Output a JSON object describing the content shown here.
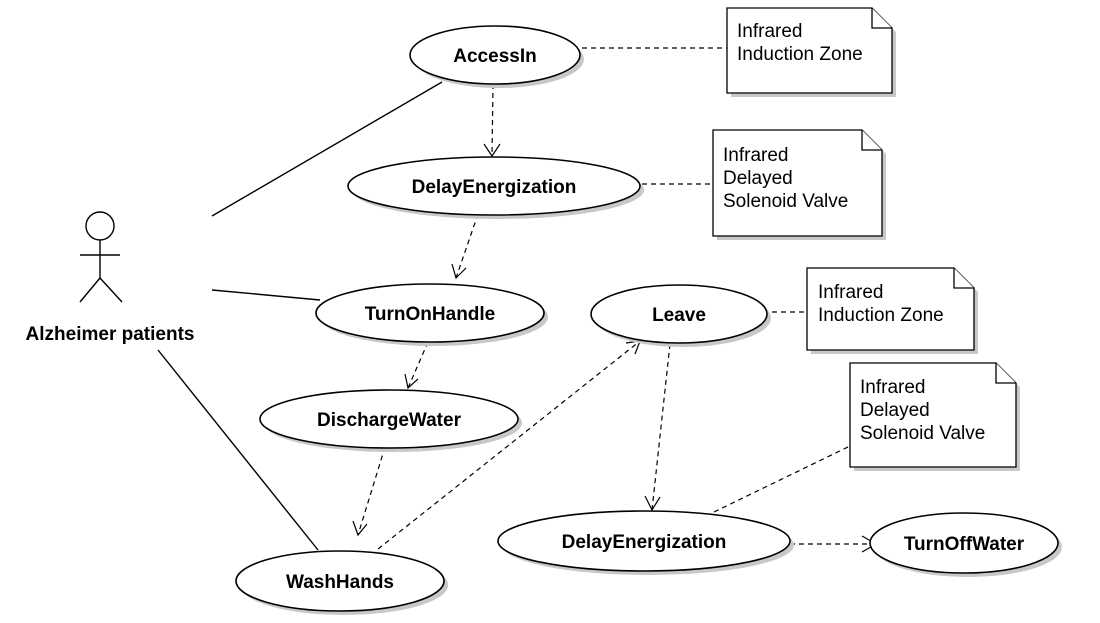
{
  "actor": {
    "label": "Alzheimer patients",
    "icon": "stick-figure-actor-icon"
  },
  "use_cases": {
    "access_in": "AccessIn",
    "delay_energization_1": "DelayEnergization",
    "turn_on_handle": "TurnOnHandle",
    "discharge_water": "DischargeWater",
    "wash_hands": "WashHands",
    "leave": "Leave",
    "delay_energization_2": "DelayEnergization",
    "turn_off_water": "TurnOffWater"
  },
  "notes": {
    "note_1": [
      "Infrared",
      "Induction Zone"
    ],
    "note_2": [
      "Infrared",
      "Delayed",
      "Solenoid Valve"
    ],
    "note_3": [
      "Infrared",
      "Induction Zone"
    ],
    "note_4": [
      "Infrared",
      "Delayed",
      "Solenoid Valve"
    ]
  },
  "relationships": [
    {
      "from": "AccessIn",
      "to": "DelayEnergization",
      "kind": "dependency"
    },
    {
      "from": "DelayEnergization",
      "to": "TurnOnHandle",
      "kind": "dependency"
    },
    {
      "from": "TurnOnHandle",
      "to": "DischargeWater",
      "kind": "dependency"
    },
    {
      "from": "DischargeWater",
      "to": "WashHands",
      "kind": "dependency"
    },
    {
      "from": "WashHands",
      "to": "Leave",
      "kind": "dependency"
    },
    {
      "from": "Leave",
      "to": "DelayEnergization",
      "kind": "dependency"
    },
    {
      "from": "DelayEnergization",
      "to": "TurnOffWater",
      "kind": "dependency"
    },
    {
      "from": "Alzheimer patients",
      "to": "AccessIn",
      "kind": "association"
    },
    {
      "from": "Alzheimer patients",
      "to": "TurnOnHandle",
      "kind": "association"
    },
    {
      "from": "Alzheimer patients",
      "to": "WashHands",
      "kind": "association"
    }
  ]
}
